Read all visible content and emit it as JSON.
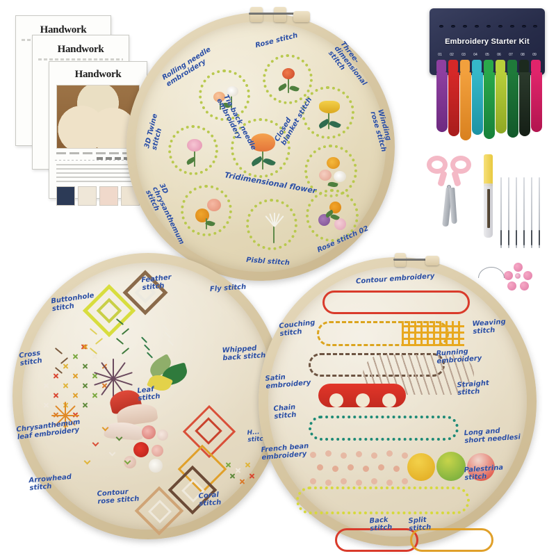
{
  "product": {
    "title": "Embroidery Starter Kit",
    "background_color": "#ffffff"
  },
  "instruction_sheets": {
    "count": 3,
    "title": "Handwork",
    "sheets": [
      {
        "title": "Handwork"
      },
      {
        "title": "Handwork"
      },
      {
        "title": "Handwork"
      }
    ]
  },
  "hoops": [
    {
      "id": "top-hoop",
      "name": "floral-sampler-hoop",
      "cloth_color": "#e6dbbc",
      "rim_color": "#d8c8a4",
      "labels": [
        "Rolling needle\nembroidery",
        "Rose stitch",
        "Three-dimensional\nstitch",
        "3D Twine\nstitch",
        "Tie back needle\nembroidery",
        "Closed\nblanket stitch",
        "Winding\nrose stitch",
        "Tridimensional flower",
        "3D chrysanthemum\nstitch",
        "Pisbl stitch",
        "Rose stitch 02"
      ]
    },
    {
      "id": "bottom-left-hoop",
      "name": "texture-sampler-hoop",
      "cloth_color": "#e7ddc6",
      "rim_color": "#d8c8a4",
      "labels": [
        "Buttonhole\nstitch",
        "Feather\nstitch",
        "Fly stitch",
        "Cross\nstitch",
        "Whipped\nback stitch",
        "Leaf\nstitch",
        "Chrysanthemum\nleaf embroidery",
        "Arrowhead\nstitch",
        "Contour\nrose stitch",
        "Coral\nstitch",
        "H...\nstitch"
      ]
    },
    {
      "id": "bottom-right-hoop",
      "name": "band-sampler-hoop",
      "cloth_color": "#e7ddc6",
      "rim_color": "#d8c8a4",
      "labels": [
        "Contour embroidery",
        "Couching\nstitch",
        "Weaving\nstitch",
        "Running\nembroidery",
        "Satin\nembroidery",
        "Straight\nstitch",
        "Chain\nstitch",
        "French bean\nembroidery",
        "Long and\nshort needlesi",
        "Palestrina\nstitch",
        "Back\nstitch",
        "Split\nstitch"
      ]
    }
  ],
  "thread_kit": {
    "card_title": "Embroidery Starter Kit",
    "card_color": "#272c49",
    "slot_numbers": [
      "01",
      "02",
      "03",
      "04",
      "05",
      "06",
      "07",
      "08",
      "09"
    ],
    "thread_colors": [
      "#8e3fa0",
      "#d62828",
      "#f2a03d",
      "#35b8c9",
      "#2aa84a",
      "#b8cf3a",
      "#1f7a3a",
      "#1c2a1e",
      "#e0246b"
    ]
  },
  "tools": {
    "items": [
      {
        "name": "scissors",
        "color": "#f4b9c6"
      },
      {
        "name": "seam-ripper",
        "color": "#e8c93f"
      },
      {
        "name": "needles",
        "count": 6,
        "color": "#c3c7cd"
      },
      {
        "name": "needle-threader-flower",
        "color": "#e07ba6"
      }
    ]
  }
}
